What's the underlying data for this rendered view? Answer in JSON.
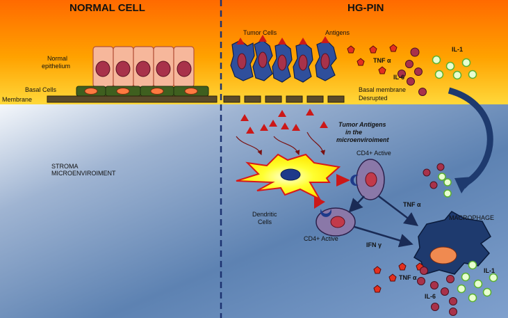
{
  "headers": {
    "normal": "NORMAL CELL",
    "hgpin": "HG-PIN"
  },
  "labels": {
    "normal_epithelium_1": "Normal",
    "normal_epithelium_2": "epithelium",
    "basal_cells": "Basal Cells",
    "membrane": "Membrane",
    "tumor_cells": "Tumor Cells",
    "antigens": "Antigens",
    "tnf_top": "TNF α",
    "il6_top": "IL-6",
    "il1_top": "IL-1",
    "basal_membrane_1": "Basal membrane",
    "basal_membrane_2": "Desrupted",
    "stroma_1": "STROMA",
    "stroma_2": "MICROENVIROIMENT",
    "tumor_antigens_1": "Tumor Antigens",
    "tumor_antigens_2": "in the",
    "tumor_antigens_3": "microenviroiment",
    "cd4_active_top": "CD4+ Active",
    "dendritic_1": "Dendritic",
    "dendritic_2": "Cells",
    "tnf_mid": "TNF α",
    "cd4_active_bottom": "CD4+ Active",
    "ifn": "IFN γ",
    "macrophage": "MACROPHAGE",
    "tnf_bottom": "TNF α",
    "il6_bottom": "IL-6",
    "il1_bottom": "IL-1"
  },
  "colors": {
    "top_orange": "#ff7a00",
    "top_yellow": "#ffd23a",
    "stroma_blue": "#4f76a8",
    "epithelial_cell": "#f6b79b",
    "nucleus": "#a8324a",
    "tumor_blue": "#2f4f9c",
    "antigen_red": "#cc1818",
    "dendritic_yellow": "#ffff1a",
    "cd4_purple": "#8a78a8",
    "macrophage_navy": "#1e3a6e",
    "il1_green": "#9ad86a",
    "basal_green": "#3f5f1f"
  }
}
